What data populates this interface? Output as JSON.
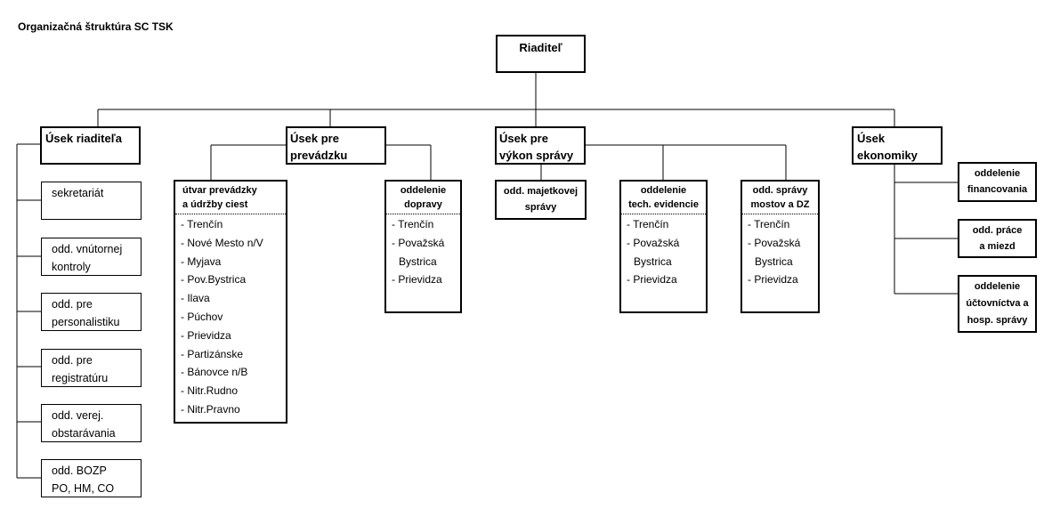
{
  "title": "Organizačná štruktúra SC TSK",
  "director": "Riaditeľ",
  "sections": [
    {
      "line1": "Úsek riaditeľa",
      "line2": ""
    },
    {
      "line1": "Úsek pre",
      "line2": "prevádzku"
    },
    {
      "line1": "Úsek pre",
      "line2": "výkon správy"
    },
    {
      "line1": "Úsek",
      "line2": "ekonomiky"
    }
  ],
  "director_office_units": [
    {
      "line1": "sekretariát",
      "line2": ""
    },
    {
      "line1": "odd. vnútornej",
      "line2": "kontroly"
    },
    {
      "line1": "odd. pre",
      "line2": "personalistiku"
    },
    {
      "line1": "odd. pre",
      "line2": "registratúru"
    },
    {
      "line1": "odd. verej.",
      "line2": "obstarávania"
    },
    {
      "line1": "odd. BOZP",
      "line2": "PO, HM, CO"
    }
  ],
  "operations_units": [
    {
      "head1": "útvar prevádzky",
      "head2": "a údržby ciest",
      "items": [
        "- Trenčín",
        "- Nové Mesto n/V",
        "- Myjava",
        "- Pov.Bystrica",
        "- Ilava",
        "- Púchov",
        "- Prievidza",
        "- Partizánske",
        "- Bánovce n/B",
        "- Nitr.Rudno",
        "- Nitr.Pravno"
      ]
    },
    {
      "head1": "oddelenie",
      "head2": "dopravy",
      "items": [
        "- Trenčín",
        "- Považská",
        "Bystrica",
        "- Prievidza"
      ]
    }
  ],
  "administration_units": [
    {
      "head1": "odd. majetkovej",
      "head2": "správy",
      "items": []
    },
    {
      "head1": "oddelenie",
      "head2": "tech. evidencie",
      "items": [
        "- Trenčín",
        "- Považská",
        "Bystrica",
        "- Prievidza"
      ]
    },
    {
      "head1": "odd. správy",
      "head2": "mostov a DZ",
      "items": [
        "- Trenčín",
        "- Považská",
        "Bystrica",
        "- Prievidza"
      ]
    }
  ],
  "economy_units": [
    {
      "line1": "oddelenie",
      "line2": "financovania"
    },
    {
      "line1": "odd. práce",
      "line2": "a miezd"
    },
    {
      "line1": "oddelenie",
      "line2": "účtovníctva a",
      "line3": "hosp. správy"
    }
  ]
}
